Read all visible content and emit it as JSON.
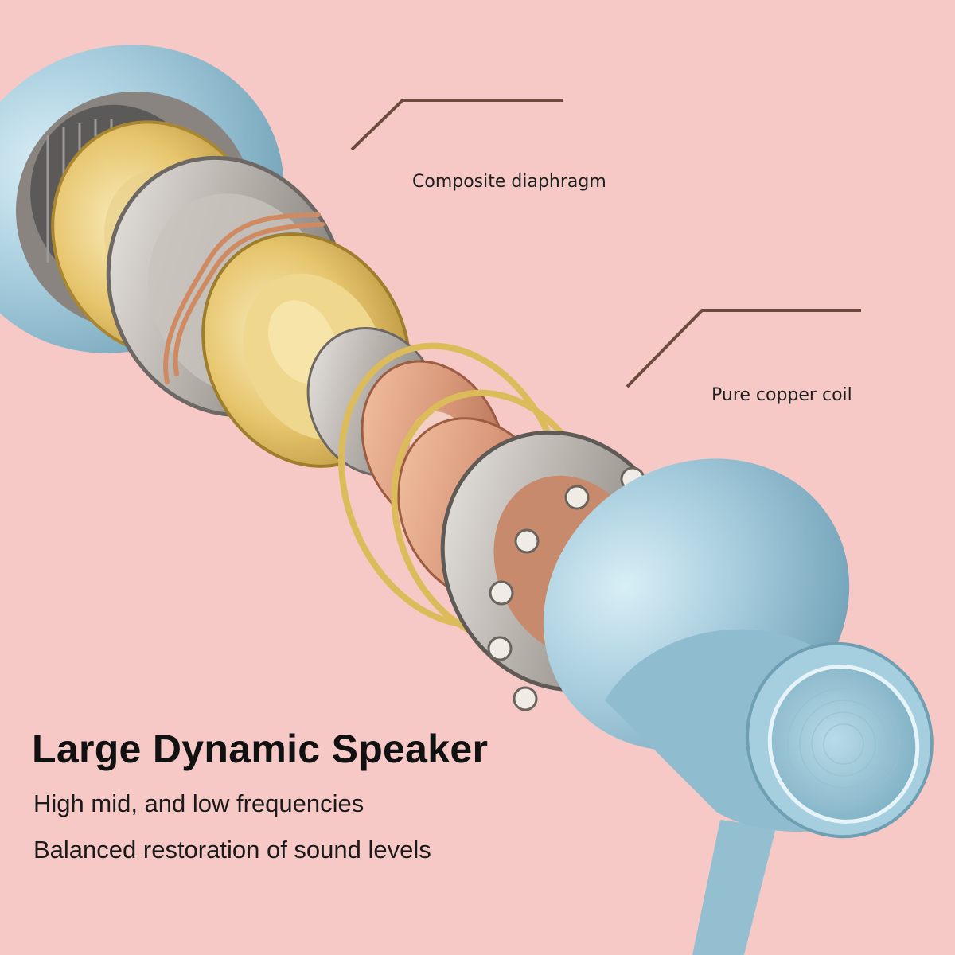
{
  "callouts": {
    "diaphragm": "Composite diaphragm",
    "coil": "Pure copper coil"
  },
  "headline": "Large Dynamic Speaker",
  "sublines": [
    "High mid, and low frequencies",
    "Balanced restoration of sound levels"
  ],
  "colors": {
    "background": "#f6c9c6",
    "earbud_blue": "#9fc6d6",
    "gold": "#e4c46a",
    "silver": "#b8b2ad",
    "copper": "#d99a78",
    "leader_line": "#6e4a3e"
  }
}
